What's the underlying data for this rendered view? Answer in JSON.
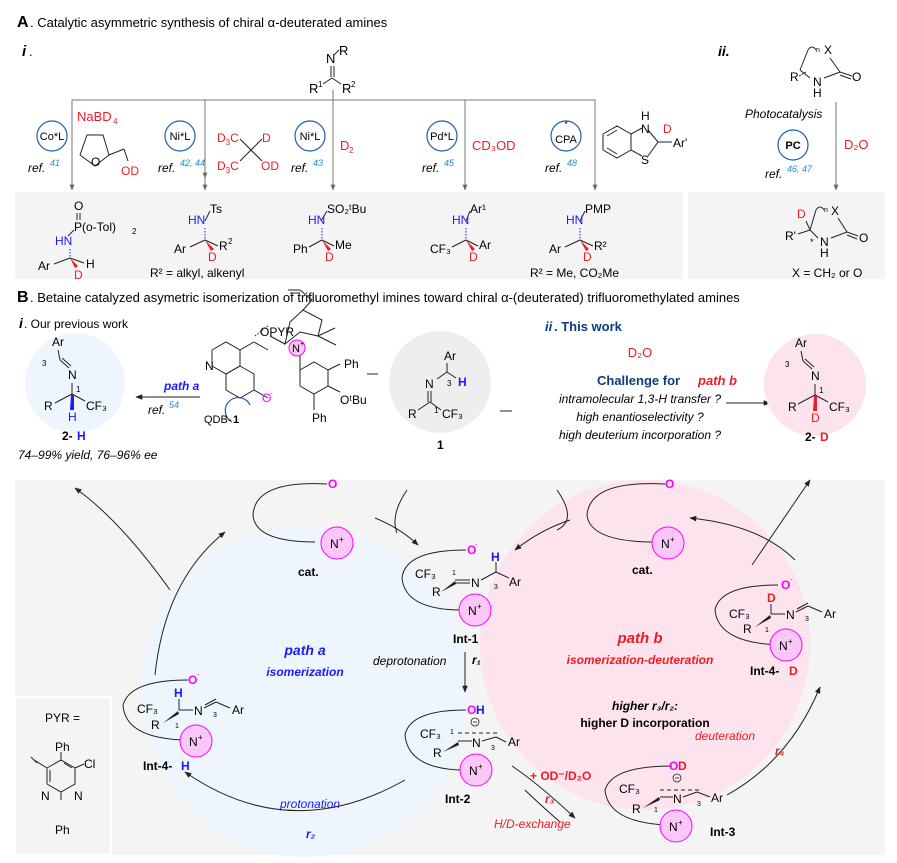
{
  "panelA": {
    "letter": "A",
    "title": ". Catalytic asymmetric synthesis of chiral α-deuterated amines",
    "part_i": "i",
    "part_ii": "ii.",
    "substrate": {
      "N": "N",
      "R": "R",
      "R1": "R",
      "R1_sup": "1",
      "R2": "R",
      "R2_sup": "2"
    },
    "routes": [
      {
        "catalyst": "Co*L",
        "ref": "ref.",
        "ref_num": "41",
        "reagent": "NaBD",
        "reagent_sub": "4",
        "reagent2": "OD",
        "product": {
          "top": "O",
          "group": "P(o-Tol)",
          "group_sub": "2",
          "nh": "HN",
          "left": "Ar",
          "right": "H",
          "d": "D"
        }
      },
      {
        "catalyst": "Ni*L",
        "ref": "ref.",
        "ref_num": "42, 44",
        "reagent_lines": [
          "D3C",
          "D",
          "D3C",
          "OD"
        ],
        "product": {
          "group": "Ts",
          "nh": "HN",
          "left": "Ar",
          "right": "R",
          "right_sup": "2",
          "d": "D",
          "note": "R² = alkyl, alkenyl"
        }
      },
      {
        "catalyst": "Ni*L",
        "ref": "ref.",
        "ref_num": "43",
        "reagent": "D",
        "reagent_sub": "2",
        "product": {
          "group": "SO₂ᵗBu",
          "nh": "HN",
          "left": "Ph",
          "right": "Me",
          "d": "D"
        }
      },
      {
        "catalyst": "Pd*L",
        "ref": "ref.",
        "ref_num": "45",
        "reagent": "CD₃OD",
        "product": {
          "group": "Ar¹",
          "nh": "HN",
          "left": "CF₃",
          "right": "Ar",
          "d": "D"
        }
      },
      {
        "catalyst": "CPA",
        "ref": "ref.",
        "ref_num": "48",
        "reagent_struct": {
          "H": "H",
          "N": "N",
          "D": "D",
          "S": "S",
          "Ar": "Ar'"
        },
        "product": {
          "group": "PMP",
          "nh": "HN",
          "left": "Ar",
          "right": "R²",
          "d": "D",
          "note": "R² = Me, CO₂Me"
        }
      }
    ],
    "ii": {
      "substrate": {
        "R": "R",
        "X": "X",
        "n": "n",
        "N": "N",
        "H": "H",
        "O": "O"
      },
      "method": "Photocatalysis",
      "catalyst": "PC",
      "ref": "ref.",
      "ref_num": "46, 47",
      "reagent": "D₂O",
      "product": {
        "D": "D",
        "R": "R'",
        "star": "*",
        "N": "N",
        "H": "H",
        "O": "O",
        "X": "X",
        "n": "n"
      },
      "note": "X = CH₂ or O"
    }
  },
  "panelB": {
    "letter": "B",
    "title": ". Betaine catalyzed asymetric isomerization of trifluoromethyl imines toward chiral α-(deuterated) trifluoromethylated amines",
    "prev_label_i": "i",
    "prev_label": ". Our previous work",
    "this_label_ii": "ii",
    "this_label": ". This work",
    "product_H": {
      "Ar": "Ar",
      "n3": "3",
      "N": "N",
      "n1": "1",
      "R": "R",
      "H": "H",
      "CF3": "CF₃",
      "label": "2-",
      "label_atom": "H"
    },
    "path_a_arrow": "path a",
    "ref_prev": "ref.",
    "ref_prev_num": "54",
    "yield_text": "74–99% yield, 76–96% ee",
    "catalyst": {
      "opyr": "OPYR",
      "N": "N",
      "Nplus": "N",
      "Ph1": "Ph",
      "Ph2": "Ph",
      "OtBu": "OᵗBu",
      "Ominus": "O",
      "label": "QDB-",
      "label_num": "1"
    },
    "substrate": {
      "Ar": "Ar",
      "N": "N",
      "n3": "3",
      "H": "H",
      "R": "R",
      "n1": "1",
      "CF3": "CF₃",
      "label": "1"
    },
    "d2o": "D₂O",
    "challenge_prefix": "Challenge for ",
    "challenge_path": "path b",
    "challenges": [
      "intramolecular 1,3-H transfer ?",
      "high enantioselectivity ?",
      "high deuterium incorporation ?"
    ],
    "product_D": {
      "Ar": "Ar",
      "n3": "3",
      "N": "N",
      "n1": "1",
      "R": "R",
      "D": "D",
      "CF3": "CF₃",
      "label": "2-",
      "label_atom": "D"
    },
    "cycle": {
      "cat_label": "cat.",
      "nplus": "N",
      "ominus": "O",
      "path_a": "path a",
      "path_a_sub": "isomerization",
      "path_b": "path b",
      "path_b_sub": "isomerization-deuteration",
      "ratio_line1": "higher r₃/r₂:",
      "ratio_line2": "higher D incorporation",
      "steps": {
        "deprotonation": "deprotonation",
        "r1": "r₁",
        "protonation": "protonation",
        "r2": "r₂",
        "reagent": "+ OD⁻/D₂O",
        "r3": "r₃",
        "hd_exchange": "H/D-exchange",
        "deuteration": "deuteration",
        "r4": "r₄"
      },
      "intermediates": {
        "int1": "Int-1",
        "int2": "Int-2",
        "int3": "Int-3",
        "int4H": "Int-4-",
        "int4H_atom": "H",
        "int4D": "Int-4-",
        "int4D_atom": "D"
      },
      "atoms": {
        "CF3": "CF₃",
        "R": "R",
        "N": "N",
        "Ar": "Ar",
        "H": "H",
        "D": "D",
        "OH_O": "O",
        "OH_H": "H",
        "OD_O": "O",
        "OD_D": "D",
        "n1": "1",
        "n3": "3"
      }
    },
    "pyr": {
      "label": "PYR =",
      "Ph_top": "Ph",
      "Cl": "Cl",
      "N1": "N",
      "N2": "N",
      "Ph_bot": "Ph"
    }
  },
  "colors": {
    "red": "#ee1c25",
    "blue": "#1a1aff",
    "navy": "#0d3c7a",
    "ref_blue": "#1e8fd6",
    "magenta": "#ff00ff",
    "pink_circle": "#fbc7f8",
    "pink_bg": "#fde3ee",
    "blue_bg": "#eef5fc",
    "gray_bg": "#f4f4f4"
  }
}
